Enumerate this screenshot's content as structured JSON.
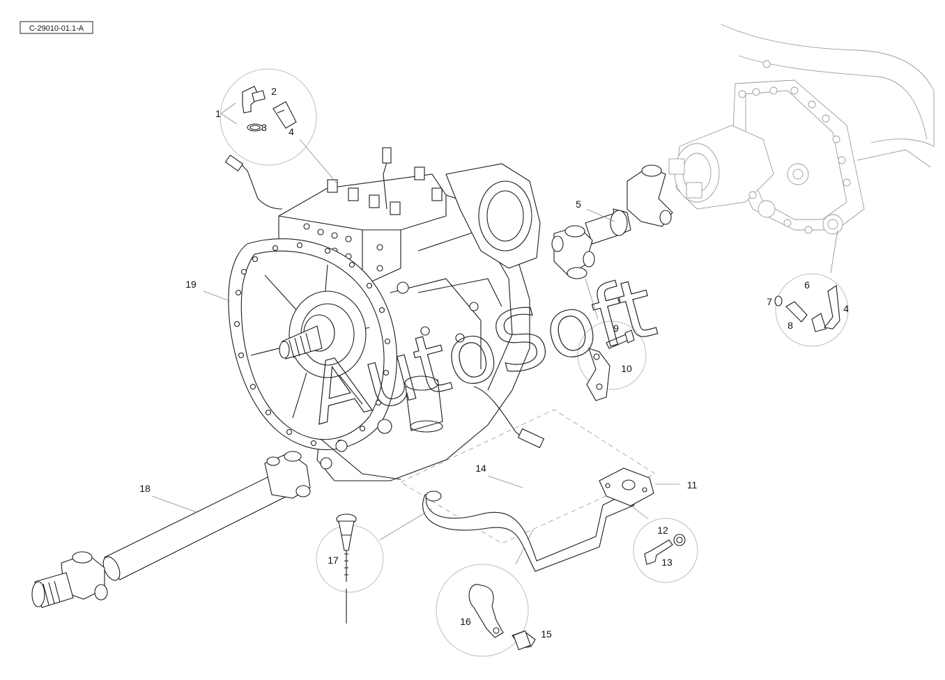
{
  "diagram": {
    "reference_code": "C-29010-01.1-A",
    "watermark": "AutoSoft",
    "callouts": [
      "1",
      "2",
      "3",
      "4",
      "4",
      "5",
      "6",
      "7",
      "8",
      "9",
      "10",
      "11",
      "12",
      "13",
      "14",
      "15",
      "16",
      "17",
      "18",
      "19"
    ]
  }
}
